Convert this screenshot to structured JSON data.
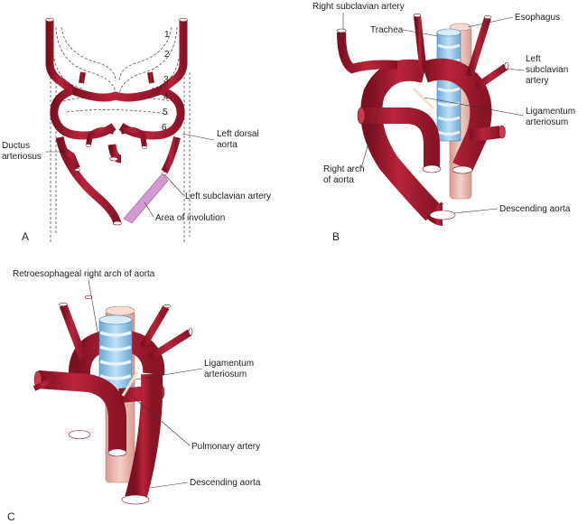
{
  "colors": {
    "artery": "#a81c2e",
    "artery_dark": "#7d1020",
    "artery_light": "#c93a4b",
    "lumen": "#ffffff",
    "trachea": "#8fc3e8",
    "trachea_ring": "#d6ecfa",
    "esophagus": "#e7b3a8",
    "involution": "#d39ad1",
    "dash": "#555555"
  },
  "panels": {
    "a": {
      "letter": "A",
      "arch_numbers": [
        "1",
        "2",
        "3",
        "4",
        "5",
        "6"
      ],
      "labels": {
        "ductus": "Ductus",
        "arteriosus": "arteriosus",
        "left_dorsal": "Left dorsal",
        "aorta": "aorta",
        "left_subclavian": "Left subclavian artery",
        "involution": "Area of involution"
      }
    },
    "b": {
      "letter": "B",
      "labels": {
        "right_subclavian": "Right subclavian artery",
        "trachea": "Trachea",
        "esophagus": "Esophagus",
        "left_subclavian_1": "Left",
        "left_subclavian_2": "subclavian",
        "left_subclavian_3": "artery",
        "ligamentum_1": "Ligamentum",
        "ligamentum_2": "arteriosum",
        "right_arch_1": "Right arch",
        "right_arch_2": "of aorta",
        "descending": "Descending aorta"
      }
    },
    "c": {
      "letter": "C",
      "labels": {
        "retro": "Retroesophageal right arch of aorta",
        "ligamentum_1": "Ligamentum",
        "ligamentum_2": "arteriosum",
        "pulmonary": "Pulmonary artery",
        "descending": "Descending aorta"
      }
    }
  }
}
